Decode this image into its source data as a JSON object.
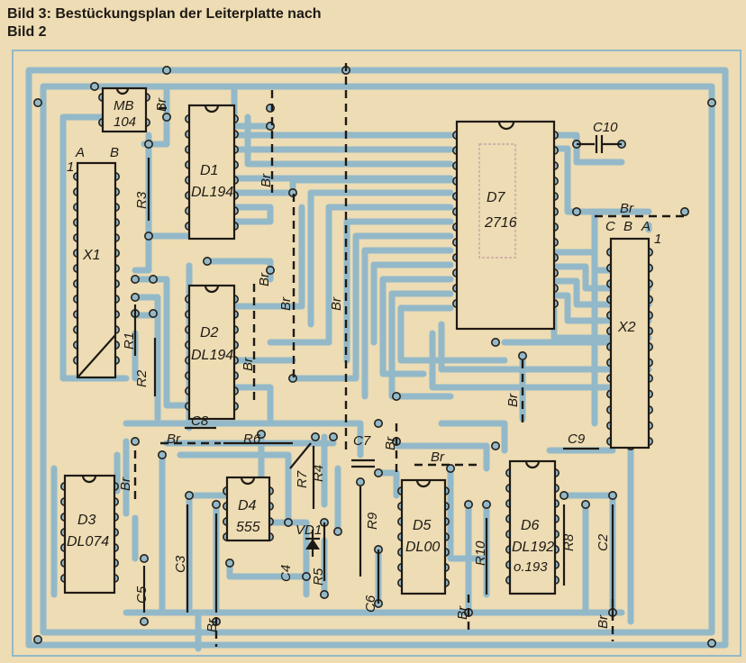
{
  "caption": {
    "line1": "Bild 3: Bestückungsplan der Leiterplatte nach",
    "line2": "Bild 2"
  },
  "components": {
    "mb": {
      "line1": "MB",
      "line2": "104"
    },
    "d1": {
      "ref": "D1",
      "part": "DL194"
    },
    "d2": {
      "ref": "D2",
      "part": "DL194"
    },
    "d3": {
      "ref": "D3",
      "part": "DL074"
    },
    "d4": {
      "ref": "D4",
      "part": "555"
    },
    "d5": {
      "ref": "D5",
      "part": "DL00"
    },
    "d6": {
      "ref": "D6",
      "part": "DL192",
      "alt": "o.193"
    },
    "d7": {
      "ref": "D7",
      "part": "2716"
    },
    "x1": {
      "ref": "X1",
      "pin_a": "A",
      "pin_b": "B",
      "pin_1": "1"
    },
    "x2": {
      "ref": "X2",
      "pin_c": "C",
      "pin_b": "B",
      "pin_a": "A",
      "pin_1": "1"
    },
    "vd1": "VD1",
    "resistors": {
      "r1": "R1",
      "r2": "R2",
      "r3": "R3",
      "r4": "R4",
      "r5": "R5",
      "r6": "R6",
      "r7": "R7",
      "r8": "R8",
      "r9": "R9",
      "r10": "R10"
    },
    "capacitors": {
      "c2": "C2",
      "c3": "C3",
      "c4": "C4",
      "c5": "C5",
      "c6": "C6",
      "c7": "C7",
      "c8": "C8",
      "c9": "C9",
      "c10": "C10"
    },
    "bridge": "Br"
  }
}
